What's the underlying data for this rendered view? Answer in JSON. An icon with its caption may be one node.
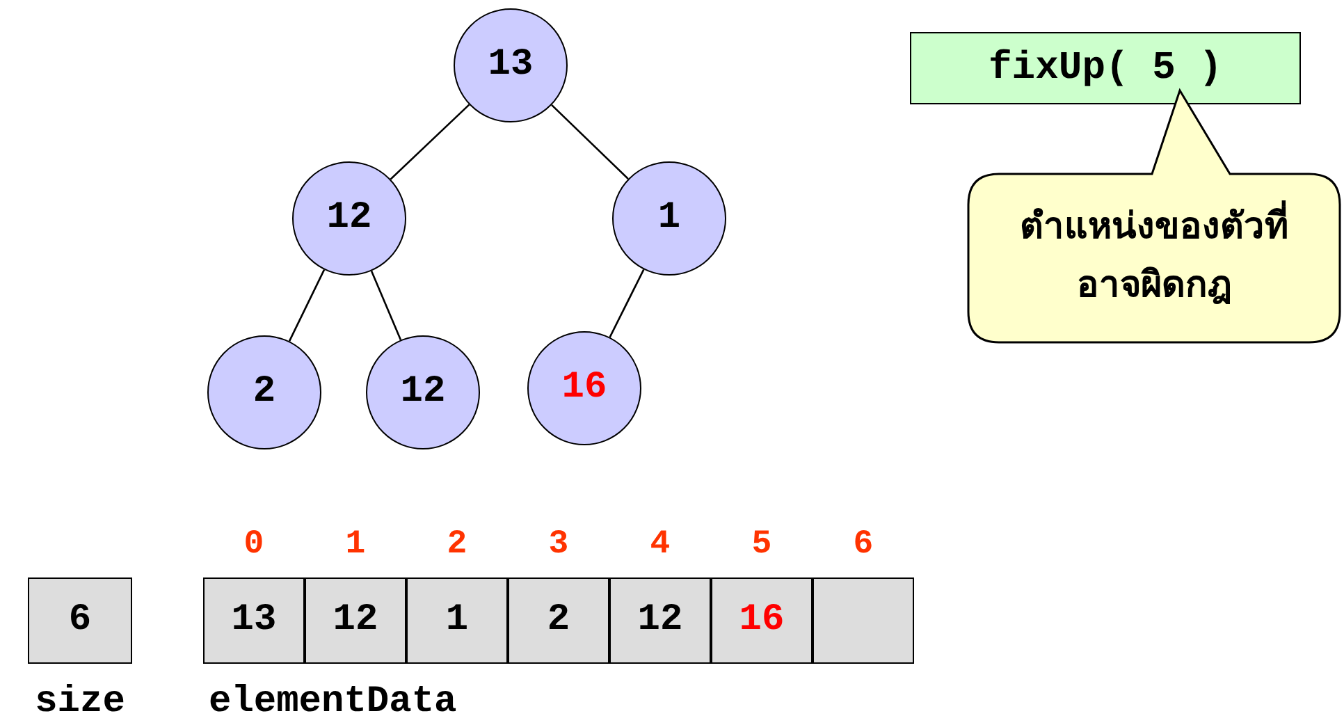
{
  "diagram": {
    "nodes": [
      {
        "text": [
          "13"
        ]
      },
      {
        "text": [
          "12"
        ]
      },
      {
        "text": [
          "1"
        ]
      },
      {
        "text": [
          "2"
        ]
      },
      {
        "text": [
          "12"
        ]
      },
      {
        "text": [
          "16"
        ]
      },
      {
        "text": [
          "fixUp( 5 )"
        ]
      },
      {
        "text": [
          "ตำแหน่งของตัวที่อาจผิดกฎ"
        ]
      },
      {
        "text": [
          "6"
        ],
        "beside": [
          "size"
        ]
      },
      {
        "text": [
          "13"
        ]
      },
      {
        "text": [
          "12"
        ]
      },
      {
        "text": [
          "1"
        ]
      },
      {
        "text": [
          "2"
        ]
      },
      {
        "text": [
          "12"
        ]
      },
      {
        "text": [
          "16"
        ]
      },
      {
        "text": [],
        "shape": "box"
      }
    ],
    "edges": [
      {
        "from": 0,
        "to": 1,
        "arrow": "none"
      },
      {
        "from": 0,
        "to": 2,
        "arrow": "none"
      },
      {
        "from": 1,
        "to": 3,
        "arrow": "none"
      },
      {
        "from": 1,
        "to": 4,
        "arrow": "none"
      },
      {
        "from": 2,
        "to": 5,
        "arrow": "none"
      }
    ],
    "labels": [
      "0",
      "1",
      "2",
      "3",
      "4",
      "5",
      "6",
      "elementData"
    ]
  }
}
